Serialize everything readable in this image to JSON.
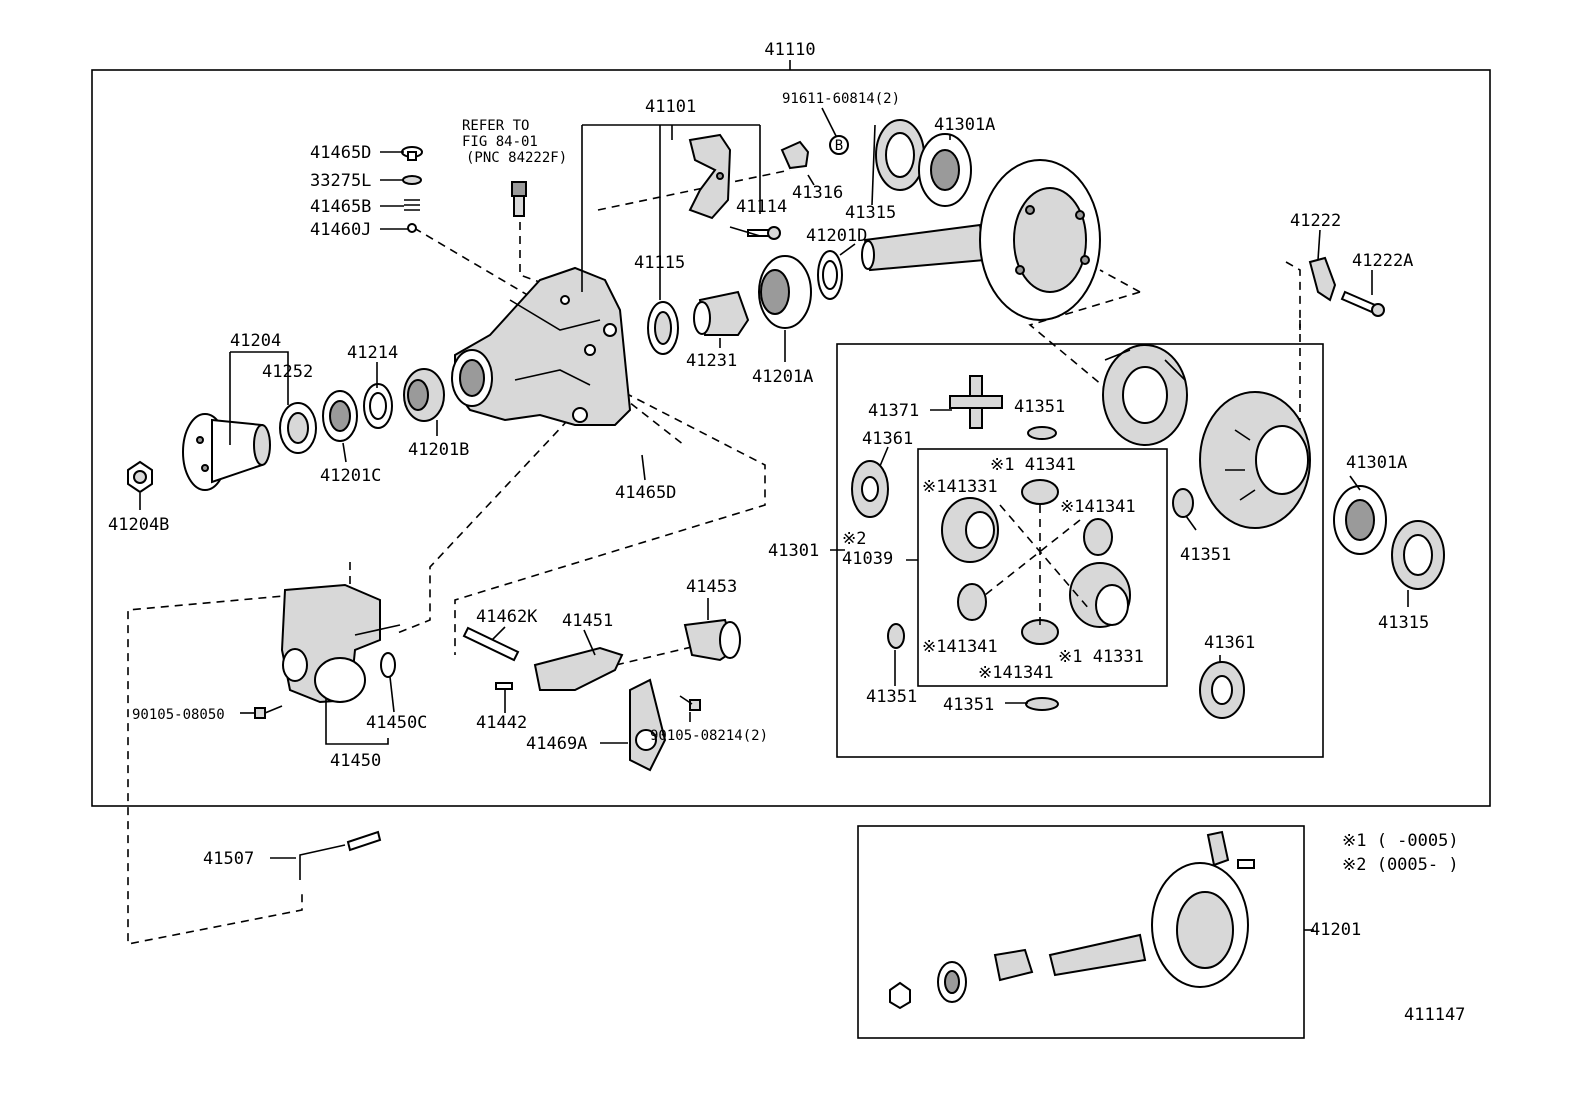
{
  "diagram": {
    "top_ref": "41110",
    "refer_note": [
      "REFER TO",
      "FIG 84-01",
      "(PNC 84222F)"
    ],
    "labels": {
      "l41465D_top": "41465D",
      "l33275L": "33275L",
      "l41465B": "41465B",
      "l41460J": "41460J",
      "l41101": "41101",
      "l91611": "91611-60814(2)",
      "l41301A_top": "41301A",
      "l41316": "41316",
      "l41315_top": "41315",
      "l41114": "41114",
      "l41115": "41115",
      "l41201D": "41201D",
      "l41222": "41222",
      "l41222A": "41222A",
      "l41204": "41204",
      "l41252": "41252",
      "l41214": "41214",
      "l41231": "41231",
      "l41201A": "41201A",
      "l41201B": "41201B",
      "l41201C": "41201C",
      "l41204B": "41204B",
      "l41465D_bottom": "41465D",
      "l41371": "41371",
      "l41351_a": "41351",
      "l41361_a": "41361",
      "l1_41341_top": "※1 41341",
      "l141331_a": "※141331",
      "l141341_right": "※141341",
      "l41301": "41301",
      "l2_mark": "※2",
      "l41039": "41039",
      "l41351_b": "41351",
      "l41301A_right": "41301A",
      "l41315_right": "41315",
      "l141341_left": "※141341",
      "l1_41331": "※1 41331",
      "l141341_bottom": "※141341",
      "l41351_c": "41351",
      "l41351_d": "41351",
      "l41361_b": "41361",
      "l41453": "41453",
      "l41462K": "41462K",
      "l41451": "41451",
      "l41442": "41442",
      "l90105_08050": "90105-08050",
      "l41450C": "41450C",
      "l41450": "41450",
      "l41469A": "41469A",
      "l90105_08214": "90105-08214(2)",
      "l41507": "41507",
      "l41201": "41201",
      "note1": "※1 (      -0005)",
      "note2": "※2 (0005-      )",
      "fig_no": "411147",
      "bolt_B": "B"
    }
  }
}
